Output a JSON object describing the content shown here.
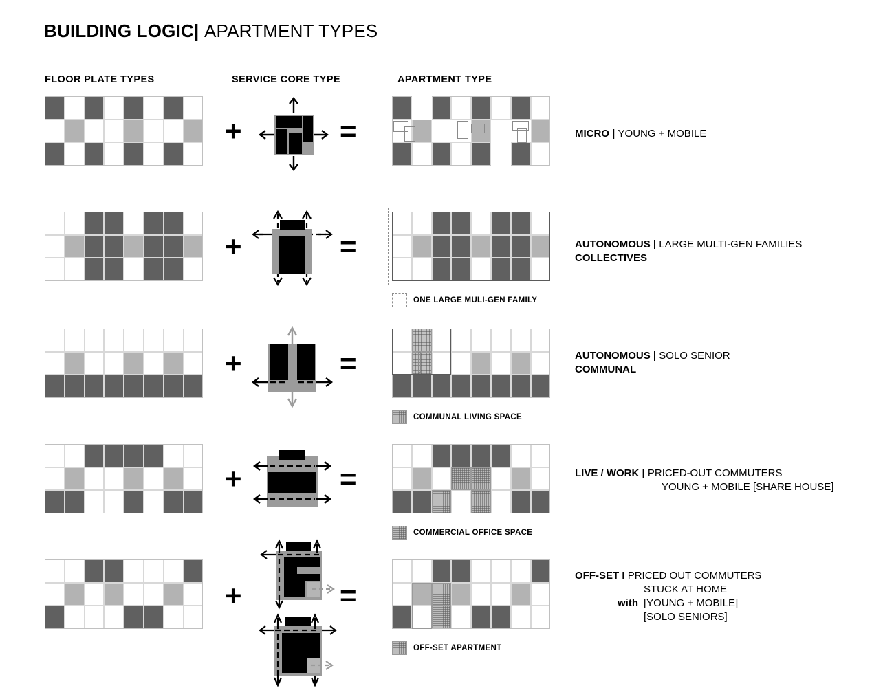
{
  "title": {
    "bold": "BUILDING LOGIC",
    "separator": "|",
    "normal": "APARTMENT TYPES"
  },
  "columns": {
    "floor_plate": "FLOOR PLATE TYPES",
    "service_core": "SERVICE CORE TYPE",
    "apartment": "APARTMENT TYPE"
  },
  "operators": {
    "plus": "+",
    "equals": "="
  },
  "palette": {
    "dark": "#606060",
    "mid": "#b3b3b3",
    "hatch": "#bdbdbd",
    "white": "#ffffff",
    "line": "#d8d8d8",
    "black": "#000000",
    "gray_core": "#b3b3b3"
  },
  "grid": {
    "cols": 8,
    "rows": 3
  },
  "rows": [
    {
      "id": "micro",
      "plate": [
        [
          "dark",
          "white",
          "dark",
          "white",
          "dark",
          "white",
          "dark",
          "white"
        ],
        [
          "white",
          "mid",
          "white",
          "white",
          "mid",
          "white",
          "white",
          "mid"
        ],
        [
          "dark",
          "white",
          "dark",
          "white",
          "dark",
          "white",
          "dark",
          "white"
        ]
      ],
      "core_type": "pinwheel",
      "apartment": [
        [
          "dark",
          "white",
          "dark",
          "white",
          "dark",
          "white",
          "dark",
          "white"
        ],
        [
          "white",
          "mid",
          "white",
          "white",
          "mid",
          "white",
          "white",
          "mid"
        ],
        [
          "dark",
          "white",
          "dark",
          "white",
          "dark",
          "white",
          "dark",
          "white"
        ]
      ],
      "legend": null,
      "label": {
        "bold": "MICRO",
        "separator": "|",
        "lines": [
          "YOUNG + MOBILE"
        ],
        "bold_line2": null,
        "with": null
      }
    },
    {
      "id": "autonomous-collectives",
      "plate": [
        [
          "white",
          "white",
          "dark",
          "dark",
          "white",
          "dark",
          "dark",
          "white"
        ],
        [
          "white",
          "mid",
          "dark",
          "dark",
          "mid",
          "dark",
          "dark",
          "mid"
        ],
        [
          "white",
          "white",
          "dark",
          "dark",
          "white",
          "dark",
          "dark",
          "white"
        ]
      ],
      "core_type": "u-shape",
      "apartment": [
        [
          "white",
          "white",
          "dark",
          "dark",
          "white",
          "dark",
          "dark",
          "white"
        ],
        [
          "white",
          "mid",
          "dark",
          "dark",
          "mid",
          "dark",
          "dark",
          "mid"
        ],
        [
          "white",
          "white",
          "dark",
          "dark",
          "white",
          "dark",
          "dark",
          "white"
        ]
      ],
      "legend": {
        "swatch": "dash",
        "text": "ONE LARGE MULI-GEN FAMILY"
      },
      "label": {
        "bold": "AUTONOMOUS",
        "separator": "|",
        "lines": [
          "LARGE MULTI-GEN FAMILIES"
        ],
        "bold_line2": "COLLECTIVES",
        "with": null
      }
    },
    {
      "id": "autonomous-communal",
      "plate": [
        [
          "white",
          "white",
          "white",
          "white",
          "white",
          "white",
          "white",
          "white"
        ],
        [
          "white",
          "mid",
          "white",
          "white",
          "mid",
          "white",
          "mid",
          "white"
        ],
        [
          "dark",
          "dark",
          "dark",
          "dark",
          "dark",
          "dark",
          "dark",
          "dark"
        ]
      ],
      "core_type": "twin-block",
      "apartment": [
        [
          "white",
          "dot",
          "white",
          "white",
          "white",
          "white",
          "white",
          "white"
        ],
        [
          "white",
          "dot",
          "white",
          "white",
          "mid",
          "white",
          "mid",
          "white"
        ],
        [
          "dark",
          "dark",
          "dark",
          "dark",
          "dark",
          "dark",
          "dark",
          "dark"
        ]
      ],
      "legend": {
        "swatch": "hatch",
        "text": "COMMUNAL LIVING SPACE"
      },
      "label": {
        "bold": "AUTONOMOUS",
        "separator": "|",
        "lines": [
          "SOLO SENIOR"
        ],
        "bold_line2": "COMMUNAL",
        "with": null
      }
    },
    {
      "id": "live-work",
      "plate": [
        [
          "white",
          "white",
          "dark",
          "dark",
          "dark",
          "dark",
          "white",
          "white"
        ],
        [
          "white",
          "mid",
          "white",
          "white",
          "mid",
          "white",
          "mid",
          "white"
        ],
        [
          "dark",
          "dark",
          "white",
          "white",
          "dark",
          "white",
          "dark",
          "dark"
        ]
      ],
      "core_type": "bar-double-arrow",
      "apartment": [
        [
          "white",
          "white",
          "dark",
          "dark",
          "dark",
          "dark",
          "white",
          "white"
        ],
        [
          "white",
          "mid",
          "white",
          "hatch",
          "hatch",
          "white",
          "mid",
          "white"
        ],
        [
          "dark",
          "dark",
          "hatch",
          "white",
          "hatch",
          "white",
          "dark",
          "dark"
        ]
      ],
      "legend": {
        "swatch": "hatch",
        "text": "COMMERCIAL OFFICE SPACE"
      },
      "label": {
        "bold": "LIVE / WORK",
        "separator": "|",
        "lines": [
          "PRICED-OUT COMMUTERS",
          "YOUNG + MOBILE [SHARE HOUSE]"
        ],
        "bold_line2": null,
        "with": null
      }
    },
    {
      "id": "off-set",
      "plate": [
        [
          "white",
          "white",
          "dark",
          "dark",
          "white",
          "white",
          "white",
          "dark"
        ],
        [
          "white",
          "mid",
          "white",
          "mid",
          "white",
          "white",
          "mid",
          "white"
        ],
        [
          "dark",
          "white",
          "white",
          "white",
          "dark",
          "dark",
          "white",
          "white"
        ]
      ],
      "core_type": "offset-pair",
      "apartment": [
        [
          "white",
          "white",
          "dark",
          "dark",
          "white",
          "white",
          "white",
          "dark"
        ],
        [
          "white",
          "mid",
          "hatch",
          "mid",
          "white",
          "white",
          "mid",
          "white"
        ],
        [
          "dark",
          "white",
          "hatch",
          "white",
          "dark",
          "dark",
          "white",
          "white"
        ]
      ],
      "legend": {
        "swatch": "hatch",
        "text": "OFF-SET APARTMENT"
      },
      "label": {
        "bold": "OFF-SET",
        "separator": "I",
        "lines": [
          "PRICED OUT COMMUTERS",
          "STUCK AT HOME"
        ],
        "bold_line2": null,
        "with": {
          "word": "with",
          "lines": [
            "[YOUNG + MOBILE]",
            "[SOLO SENIORS]"
          ]
        }
      }
    }
  ]
}
